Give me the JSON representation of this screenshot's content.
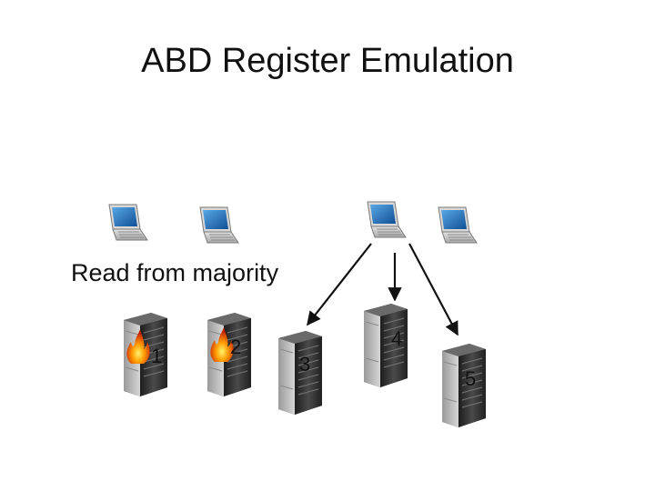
{
  "title": "ABD Register Emulation",
  "caption": "Read from majority",
  "clients": [
    {
      "icon": "laptop-icon"
    },
    {
      "icon": "laptop-icon"
    },
    {
      "icon": "laptop-icon"
    },
    {
      "icon": "laptop-icon"
    }
  ],
  "servers": [
    {
      "label": "1",
      "icon": "server-tower-icon",
      "status": "failed"
    },
    {
      "label": "2",
      "icon": "server-tower-icon",
      "status": "failed"
    },
    {
      "label": "3",
      "icon": "server-tower-icon",
      "status": "ok"
    },
    {
      "label": "4",
      "icon": "server-tower-icon",
      "status": "ok"
    },
    {
      "label": "5",
      "icon": "server-tower-icon",
      "status": "ok"
    }
  ],
  "read_arrows": {
    "from_client": 3,
    "to_servers": [
      "3",
      "4",
      "5"
    ]
  },
  "colors": {
    "fire": "#ff6a00",
    "laptop_screen": "#1c6fb8",
    "server_body": "#2a2a2a"
  }
}
